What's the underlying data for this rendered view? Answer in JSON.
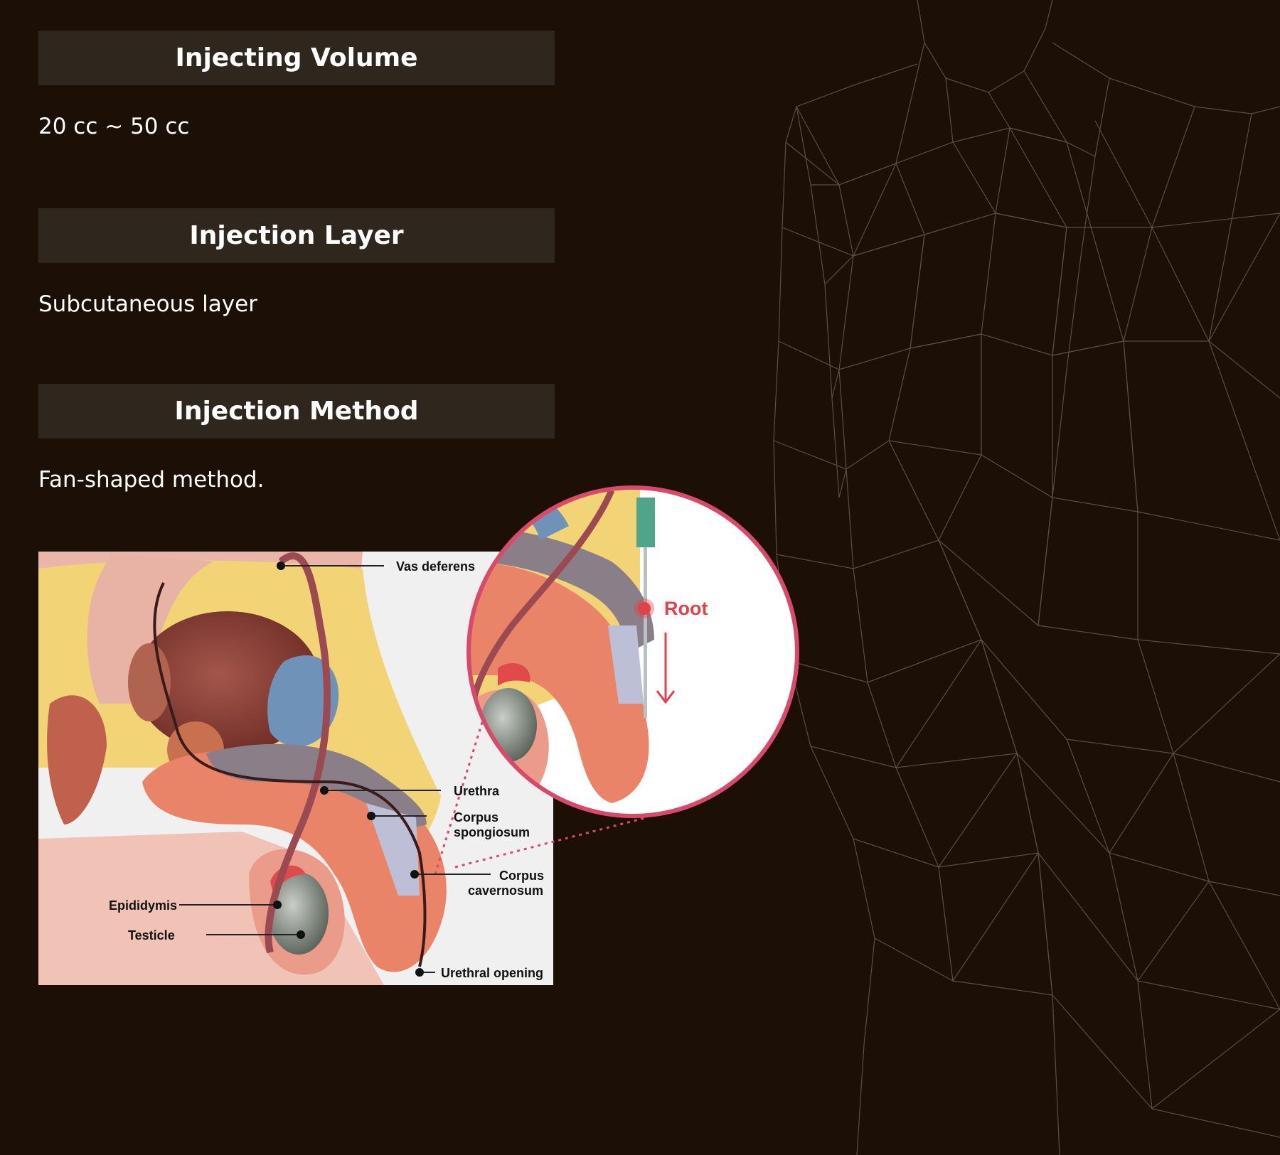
{
  "sections": [
    {
      "title": "Injecting Volume",
      "value": "20 cc ~ 50 cc"
    },
    {
      "title": "Injection Layer",
      "value": "Subcutaneous layer"
    },
    {
      "title": "Injection Method",
      "value": "Fan-shaped method."
    }
  ],
  "diagram": {
    "labels": {
      "vas_deferens": "Vas deferens",
      "urethra": "Urethra",
      "corpus_spongiosum_1": "Corpus",
      "corpus_spongiosum_2": "spongiosum",
      "corpus_cavernosum_1": "Corpus",
      "corpus_cavernosum_2": "cavernosum",
      "epididymis": "Epididymis",
      "testicle": "Testicle",
      "urethral_opening": "Urethral opening"
    },
    "callout": {
      "label": "Root",
      "accent": "#e0424c"
    }
  },
  "colors": {
    "background": "#1c0f05",
    "section_bar": "#2f261d",
    "wireframe": "#7a6d60",
    "callout_ring": "#d94a6a"
  }
}
